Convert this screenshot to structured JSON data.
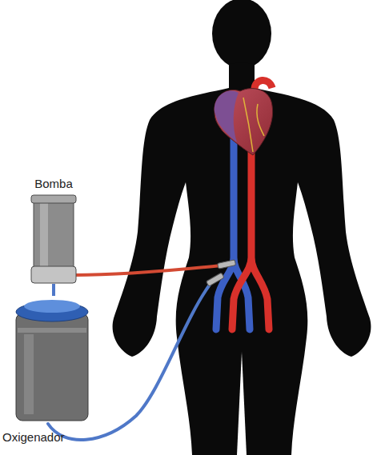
{
  "diagram": {
    "nodes": [
      {
        "text": [
          "Bomba"
        ]
      },
      {
        "text": [
          "Oxigenador"
        ]
      }
    ],
    "edges": [
      {
        "from": 1,
        "to": 0,
        "arrow": "none"
      }
    ]
  }
}
